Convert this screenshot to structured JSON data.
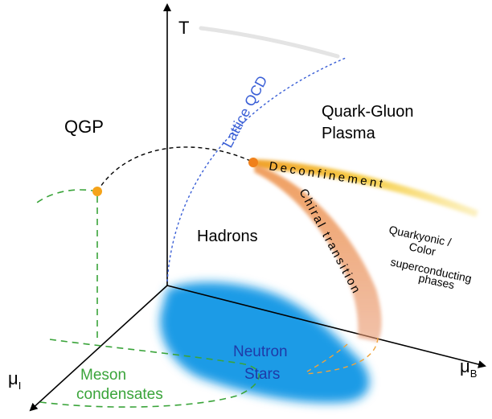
{
  "axes": {
    "temperature": "T",
    "baryon_mu_main": "μ",
    "baryon_mu_sub": "B",
    "isospin_mu_main": "μ",
    "isospin_mu_sub": "I"
  },
  "labels": {
    "qgp": "QGP",
    "qgp_full_line1": "Quark-Gluon",
    "qgp_full_line2": "Plasma",
    "lattice": "Lattice QCD",
    "deconfinement": "Deconfinement",
    "chiral": "Chiral transition",
    "hadrons": "Hadrons",
    "quarkyonic_line1": "Quarkyonic /",
    "quarkyonic_line2": "Color",
    "quarkyonic_line3": "superconducting",
    "quarkyonic_line4": "phases",
    "neutron_line1": "Neutron",
    "neutron_line2": "Stars",
    "meson_line1": "Meson",
    "meson_line2": "condensates"
  },
  "colors": {
    "axis": "#000000",
    "lattice": "#3a5fd6",
    "critical_point": "#f5a31a",
    "deconfinement_band": "#f3c53a",
    "chiral_band": "#e8945a",
    "neutron_stars": "#1e9be6",
    "neutron_text": "#1f3aa8",
    "meson": "#3aa43a",
    "orange_dashes": "#f0a33a"
  }
}
